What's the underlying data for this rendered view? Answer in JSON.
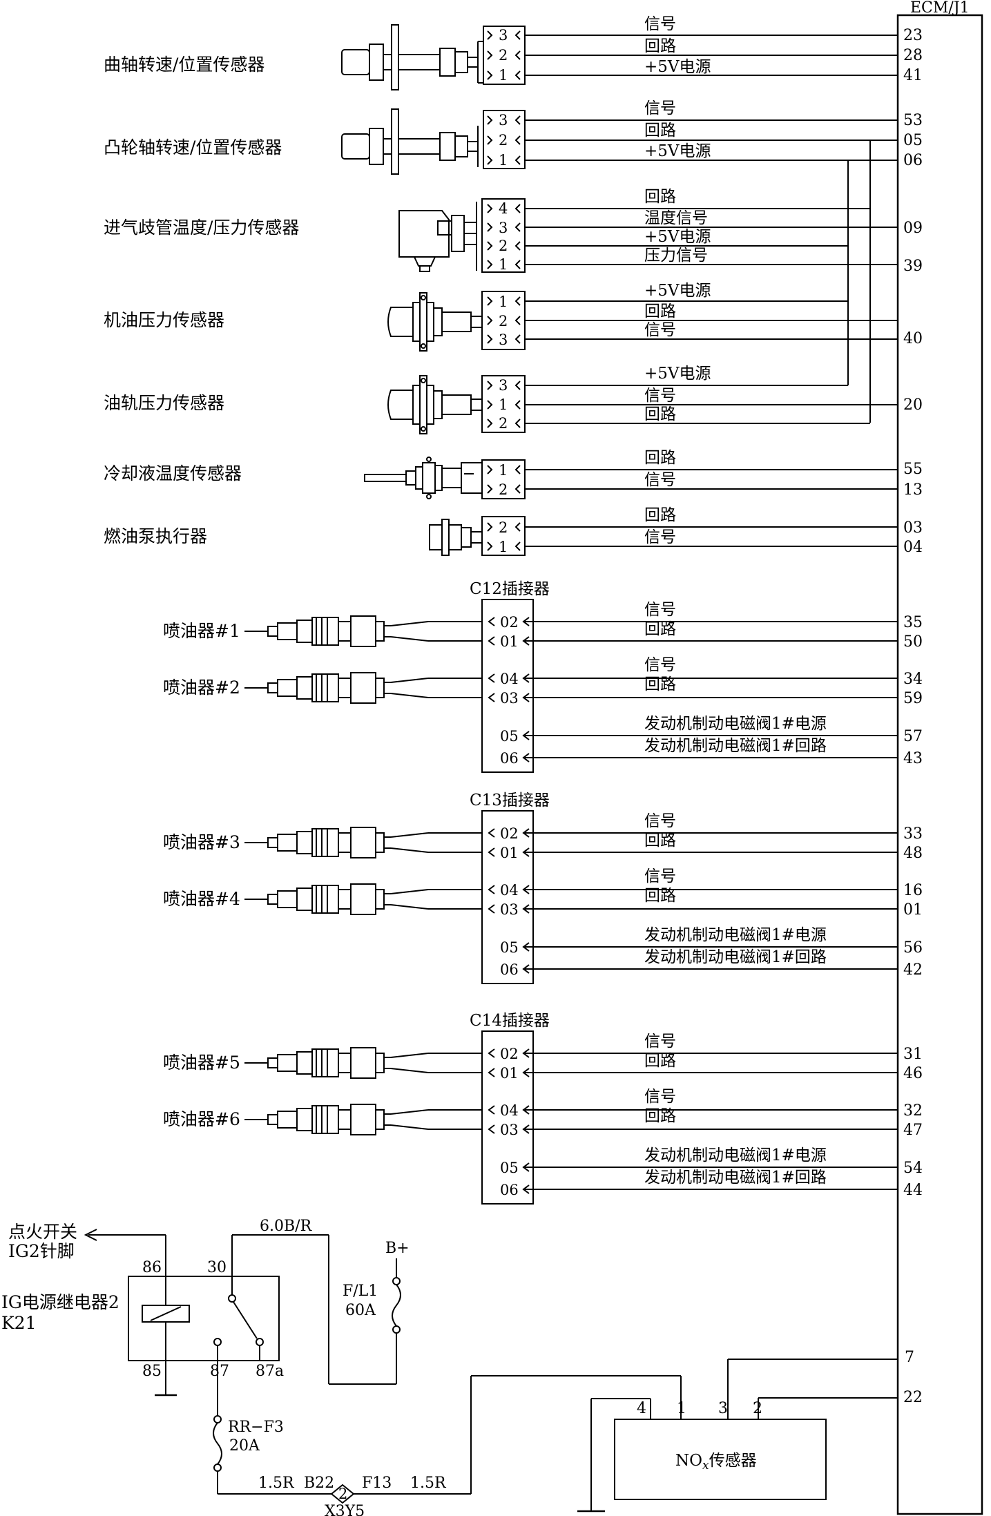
{
  "ecm": {
    "label": "ECM/J1"
  },
  "sensors": [
    {
      "name": "曲轴转速/位置传感器",
      "pins": [
        "3",
        "2",
        "1"
      ],
      "signals": [
        "信号",
        "回路",
        "+5V电源"
      ],
      "ecm_pins": [
        "23",
        "28",
        "41"
      ]
    },
    {
      "name": "凸轮轴转速/位置传感器",
      "pins": [
        "3",
        "2",
        "1"
      ],
      "signals": [
        "信号",
        "回路",
        "+5V电源"
      ],
      "ecm_pins": [
        "53",
        "05",
        "06"
      ]
    },
    {
      "name": "进气歧管温度/压力传感器",
      "pins": [
        "4",
        "3",
        "2",
        "1"
      ],
      "signals": [
        "回路",
        "温度信号",
        "+5V电源",
        "压力信号"
      ],
      "ecm_pins": [
        "09",
        "39"
      ]
    },
    {
      "name": "机油压力传感器",
      "pins": [
        "1",
        "2",
        "3"
      ],
      "signals": [
        "+5V电源",
        "回路",
        "信号"
      ],
      "ecm_pins": [
        "40"
      ]
    },
    {
      "name": "油轨压力传感器",
      "pins": [
        "3",
        "1",
        "2"
      ],
      "signals": [
        "+5V电源",
        "信号",
        "回路"
      ],
      "ecm_pins": [
        "20"
      ]
    },
    {
      "name": "冷却液温度传感器",
      "pins": [
        "1",
        "2"
      ],
      "signals": [
        "回路",
        "信号"
      ],
      "ecm_pins": [
        "55",
        "13"
      ]
    },
    {
      "name": "燃油泵执行器",
      "pins": [
        "2",
        "1"
      ],
      "signals": [
        "回路",
        "信号"
      ],
      "ecm_pins": [
        "03",
        "04"
      ]
    }
  ],
  "connectors": [
    {
      "title": "C12插接器",
      "injectors": [
        "喷油器#1",
        "喷油器#2"
      ],
      "pins": [
        "02",
        "01",
        "04",
        "03",
        "05",
        "06"
      ],
      "signals": [
        "信号",
        "回路",
        "信号",
        "回路",
        "发动机制动电磁阀1#电源",
        "发动机制动电磁阀1#回路"
      ],
      "ecm_pins": [
        "35",
        "50",
        "34",
        "59",
        "57",
        "43"
      ]
    },
    {
      "title": "C13插接器",
      "injectors": [
        "喷油器#3",
        "喷油器#4"
      ],
      "pins": [
        "02",
        "01",
        "04",
        "03",
        "05",
        "06"
      ],
      "signals": [
        "信号",
        "回路",
        "信号",
        "回路",
        "发动机制动电磁阀1#电源",
        "发动机制动电磁阀1#回路"
      ],
      "ecm_pins": [
        "33",
        "48",
        "16",
        "01",
        "56",
        "42"
      ]
    },
    {
      "title": "C14插接器",
      "injectors": [
        "喷油器#5",
        "喷油器#6"
      ],
      "pins": [
        "02",
        "01",
        "04",
        "03",
        "05",
        "06"
      ],
      "signals": [
        "信号",
        "回路",
        "信号",
        "回路",
        "发动机制动电磁阀1#电源",
        "发动机制动电磁阀1#回路"
      ],
      "ecm_pins": [
        "31",
        "46",
        "32",
        "47",
        "54",
        "44"
      ]
    }
  ],
  "relay": {
    "ignition_line1": "点火开关",
    "ignition_line2": "IG2针脚",
    "name_line1": "IG电源继电器2",
    "name_line2": "K21",
    "pins": [
      "86",
      "30",
      "85",
      "87",
      "87a"
    ],
    "wire_top": "6.0B/R",
    "bplus": "B+",
    "fuse1_line1": "F/L1",
    "fuse1_line2": "60A",
    "fuse2_line1": "RR−F3",
    "fuse2_line2": "20A",
    "wire_bottom_left": "1.5R",
    "wire_bottom_right": "1.5R",
    "conn_left": "B22",
    "conn_right": "F13",
    "conn_pin": "2",
    "conn_name": "X3Y5"
  },
  "nox": {
    "label_pre": "NO",
    "label_sub": "x",
    "label_post": "传感器",
    "pins": [
      "4",
      "1",
      "3",
      "2"
    ],
    "ecm_pins": [
      "7",
      "22"
    ]
  }
}
